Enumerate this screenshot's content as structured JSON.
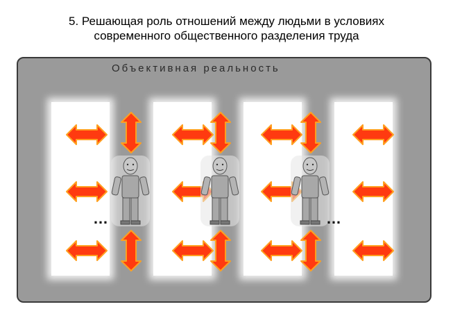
{
  "title": {
    "line1": "5. Решающая роль отношений между людьми в условиях",
    "line2": "современного общественного разделения труда"
  },
  "frame": {
    "label": "Объективная реальность"
  },
  "ellipsis": "…",
  "colors": {
    "frame_bg": "#9a9a9a",
    "column_bg": "#ffffff",
    "arrow_fill": "#ff3a10",
    "arrow_stroke": "#ffa020"
  },
  "icons": [
    "horizontal-double-arrow-icon",
    "vertical-double-arrow-icon",
    "person-figure-icon"
  ]
}
